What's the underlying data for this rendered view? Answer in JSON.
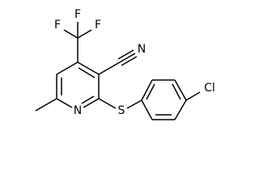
{
  "molecule": {
    "atoms": {
      "fluorine_top": "F",
      "fluorine_left": "F",
      "fluorine_right": "F",
      "nitrile_nitrogen": "N",
      "ring_nitrogen": "N",
      "sulfur": "S",
      "chlorine": "Cl"
    }
  }
}
